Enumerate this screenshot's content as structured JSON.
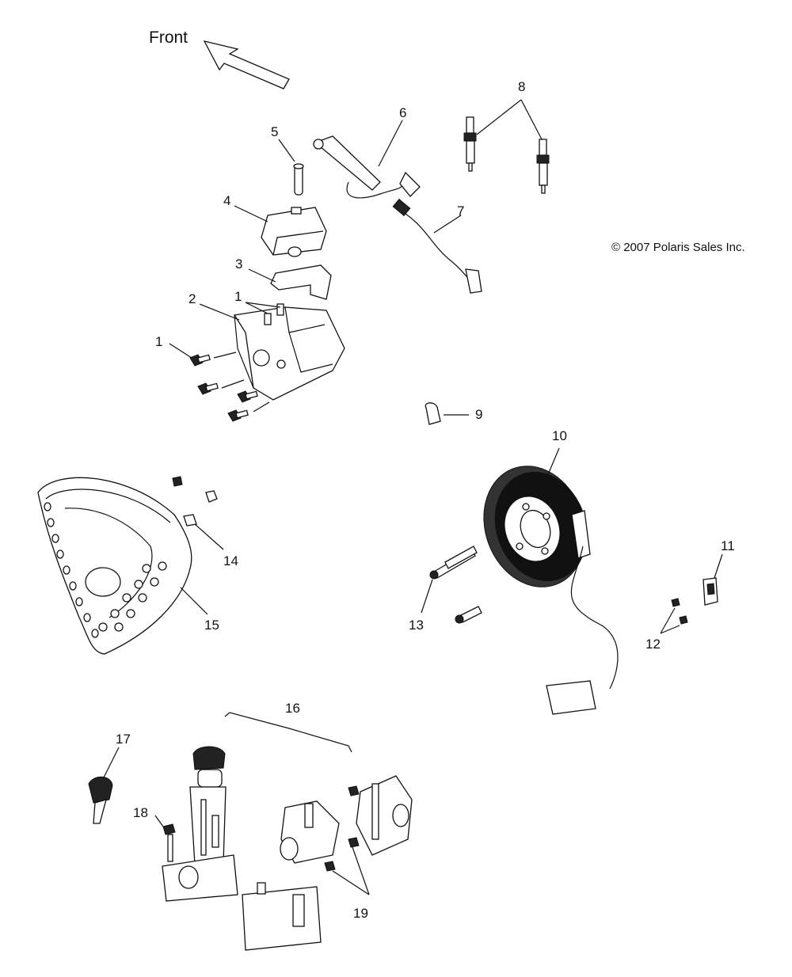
{
  "diagram": {
    "front_label": "Front",
    "copyright": "© 2007 Polaris Sales Inc.",
    "callouts": {
      "c1a": "1",
      "c1b": "1",
      "c2": "2",
      "c3": "3",
      "c4": "4",
      "c5": "5",
      "c6": "6",
      "c7": "7",
      "c8": "8",
      "c9": "9",
      "c10": "10",
      "c11": "11",
      "c12": "12",
      "c13": "13",
      "c14": "14",
      "c15": "15",
      "c16": "16",
      "c17": "17",
      "c18": "18",
      "c19": "19"
    }
  }
}
